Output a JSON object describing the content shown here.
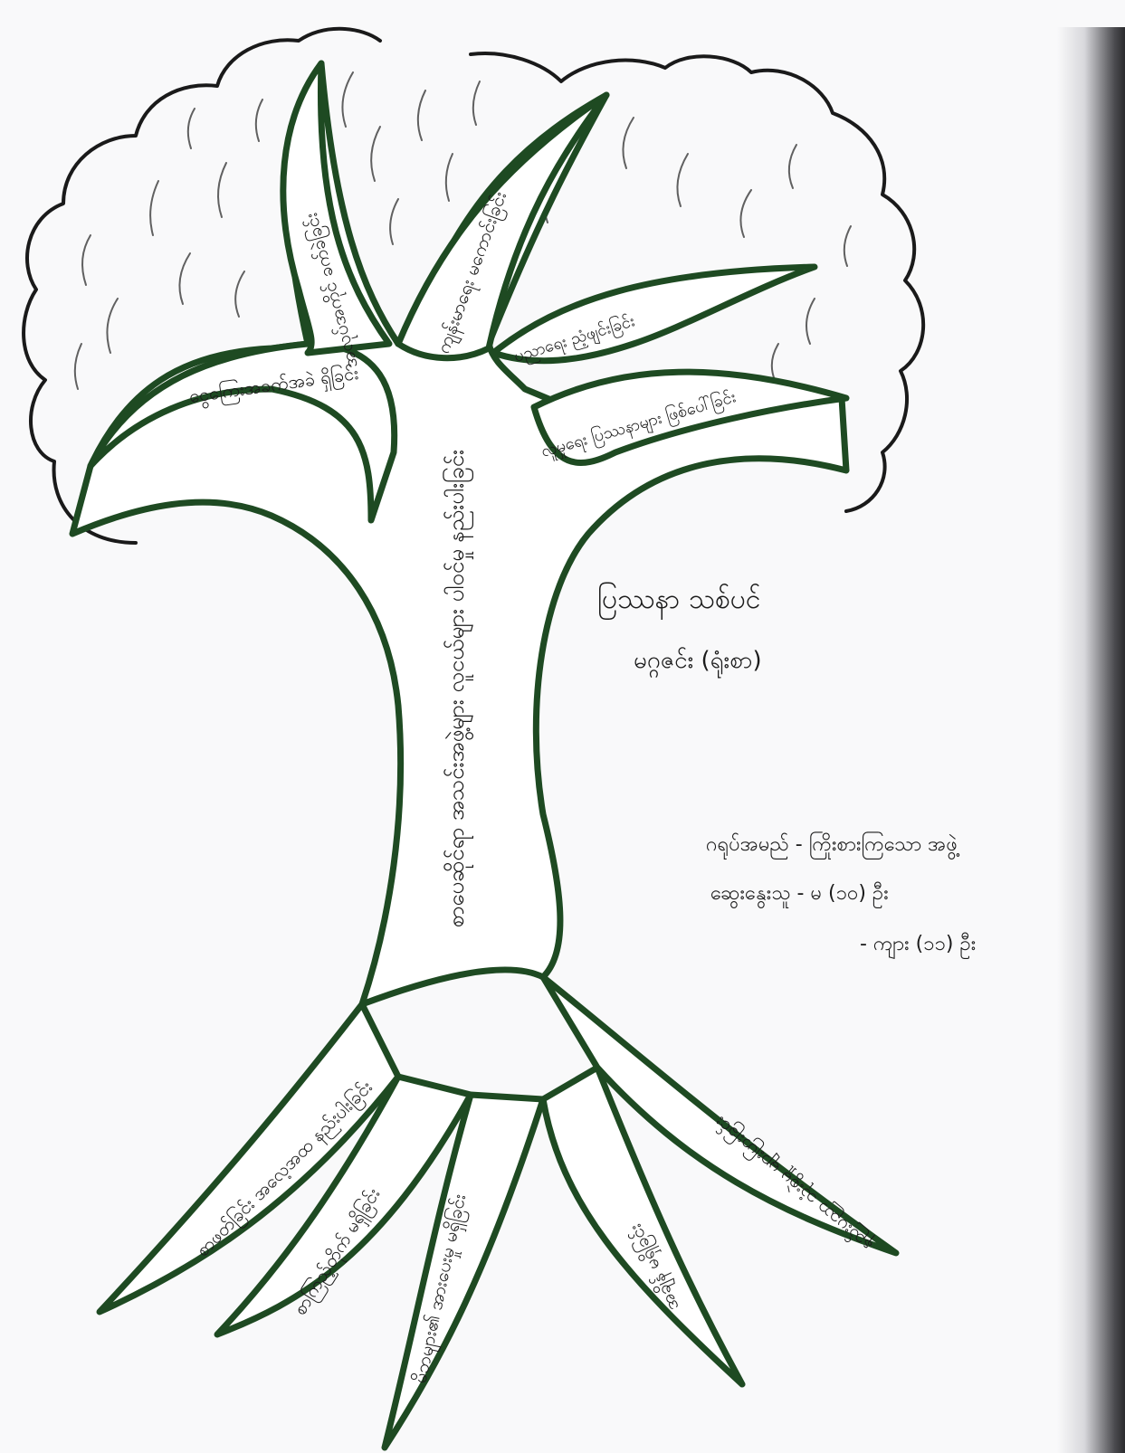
{
  "diagram": {
    "type": "hand-drawn tree (problem tree)",
    "colors": {
      "outline": "#1e4a22",
      "ink": "#1b1b1b",
      "paper": "#f9f9fa"
    },
    "heading": {
      "line1": "ပြဿနာ သစ်ပင်",
      "line2": "မဂ္ဂဇင်း (ရုံးစာ)"
    },
    "group_info": {
      "line1": "ဂရုပ်အမည် - ကြိုးစားကြသော အဖွဲ့",
      "line2": "ဆွေးနွေးသူ - မ (၁၀) ဦး",
      "line3": "- ကျား (၁၁) ဦး"
    },
    "trunk_text": "စာပေဆိုင်ရာ အသင်းအဖွဲ့များ လူငယ်များ ပါဝင်မှု နည်းပါးခြင်း",
    "branches": [
      "ငွေကြေးအခက်အခဲ ရှိခြင်း",
      "အလုပ်အကိုင် ခက်ခဲခြင်း",
      "ကျန်းမာရေး မကောင်းခြင်း",
      "ပညာရေး ညံ့ဖျင်းခြင်း",
      "လူမှုရေး ပြဿနာများ ဖြစ်ပေါ်ခြင်း"
    ],
    "roots": [
      "စာဖတ်ခြင်း အလေ့အထ နည်းပါးခြင်း",
      "စာကြည့်တိုက် မရှိခြင်း",
      "မိဘများ၏ အားပေးမှု မရှိခြင်း",
      "အချိန် မရှိခြင်း",
      "နည်းပညာ သုံးစွဲမှု များပြားခြင်း"
    ]
  }
}
